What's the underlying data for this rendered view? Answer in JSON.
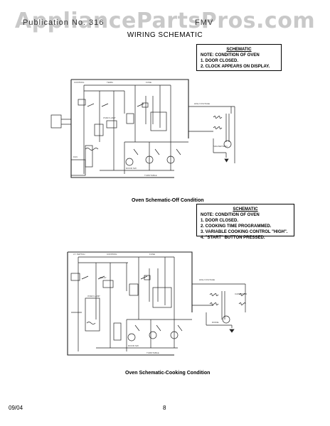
{
  "watermark": "AppliancePartsPros.com",
  "header": {
    "left": "Publication No. 316",
    "right": "FMV"
  },
  "page_title": "WIRING SCHEMATIC",
  "schematic_off": {
    "caption": "Oven Schematic-Off Condition",
    "note": {
      "title": "SCHEMATIC",
      "lines": [
        "NOTE: CONDITION OF OVEN",
        "1.   DOOR CLOSED.",
        "2.   CLOCK APPEARS ON DISPLAY."
      ]
    }
  },
  "schematic_cooking": {
    "caption": "Oven Schematic-Cooking Condition",
    "note": {
      "title": "SCHEMATIC",
      "lines": [
        "NOTE: CONDITION OF OVEN",
        "1.   DOOR CLOSED.",
        "2.   COOKING TIME PROGRAMMED.",
        "3.   VARIABLE COOKING CONTROL \"HIGH\".",
        "4.   \"START\" BUTTON PRESSED."
      ]
    }
  },
  "footer": {
    "date": "09/04",
    "page_number": "8"
  }
}
